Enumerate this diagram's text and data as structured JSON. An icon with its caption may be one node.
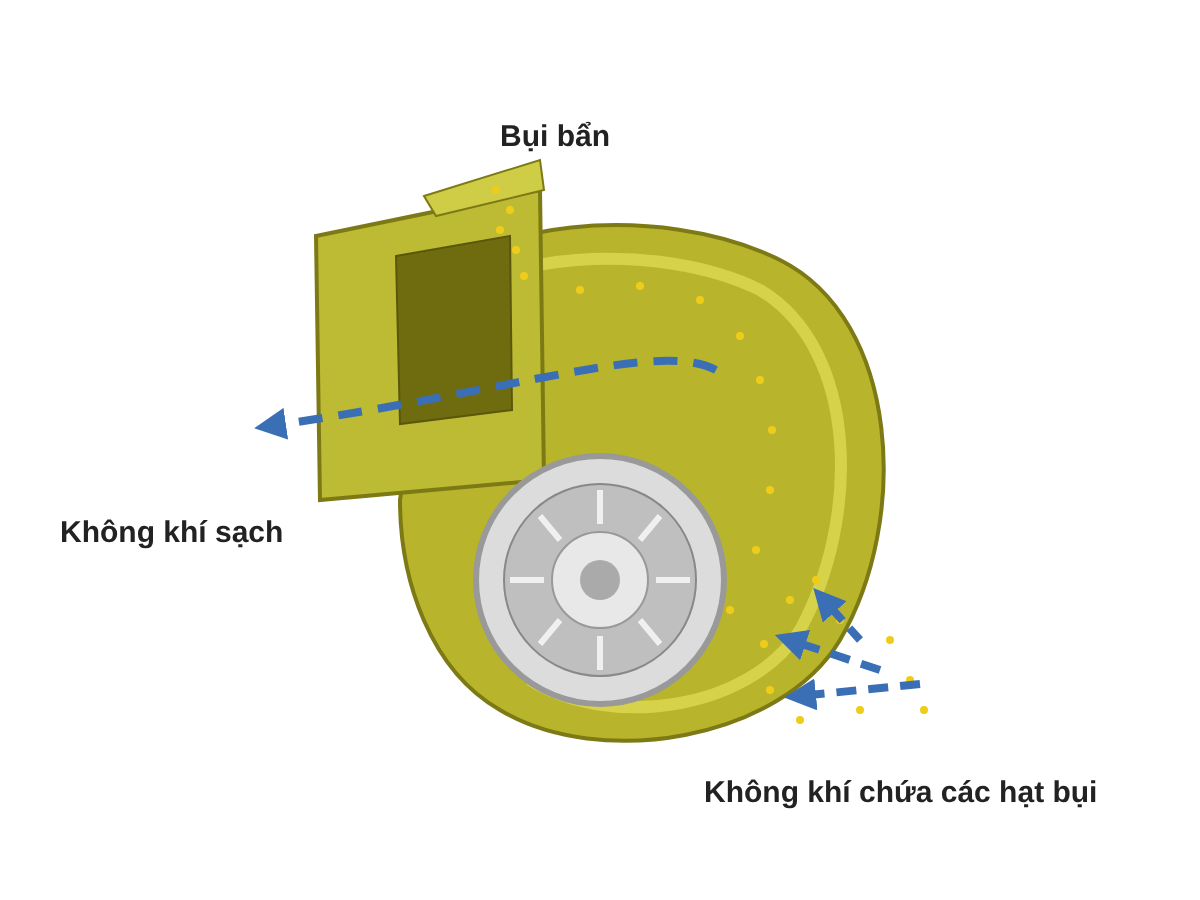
{
  "diagram": {
    "labels": [
      "Bụi bẩn",
      "Không khí sạch",
      "Không khí chứa các hạt bụi"
    ]
  }
}
